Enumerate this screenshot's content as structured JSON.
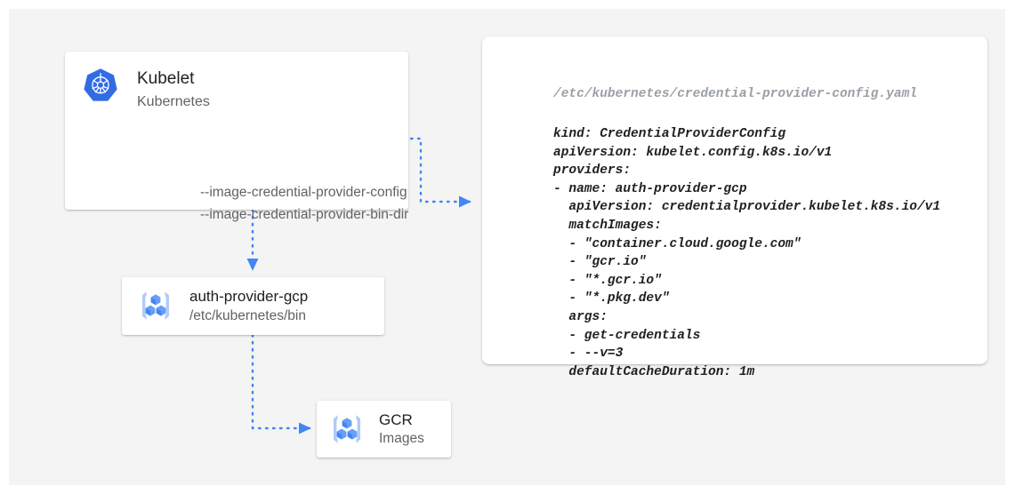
{
  "diagram": {
    "background_color": "#f4f4f4",
    "accent_color": "#4285f4",
    "k8s_blue": "#326ce5"
  },
  "kubelet_card": {
    "icon": "kubernetes-logo-icon",
    "title": "Kubelet",
    "subtitle": "Kubernetes",
    "flags": [
      "--image-credential-provider-config",
      "--image-credential-provider-bin-dir"
    ]
  },
  "auth_provider_card": {
    "icon": "gcp-artifact-cubes-icon",
    "title": "auth-provider-gcp",
    "subtitle": "/etc/kubernetes/bin"
  },
  "gcr_card": {
    "icon": "gcp-artifact-cubes-icon",
    "title": "GCR",
    "subtitle": "Images"
  },
  "yaml_card": {
    "path": "/etc/kubernetes/credential-provider-config.yaml",
    "lines": [
      "kind: CredentialProviderConfig",
      "apiVersion: kubelet.config.k8s.io/v1",
      "providers:",
      "- name: auth-provider-gcp",
      "  apiVersion: credentialprovider.kubelet.k8s.io/v1",
      "  matchImages:",
      "  - \"container.cloud.google.com\"",
      "  - \"gcr.io\"",
      "  - \"*.gcr.io\"",
      "  - \"*.pkg.dev\"",
      "  args:",
      "  - get-credentials",
      "  - --v=3",
      "  defaultCacheDuration: 1m"
    ]
  },
  "connectors": [
    {
      "name": "kubelet-config-to-yaml",
      "from": "kubelet-flag-config",
      "to": "yaml-card",
      "style": "dotted-arrow"
    },
    {
      "name": "kubelet-to-auth-provider",
      "from": "kubelet-card",
      "to": "auth-provider-card",
      "style": "dotted-arrow"
    },
    {
      "name": "auth-provider-to-gcr",
      "from": "auth-provider-card",
      "to": "gcr-card",
      "style": "dotted-arrow"
    }
  ]
}
